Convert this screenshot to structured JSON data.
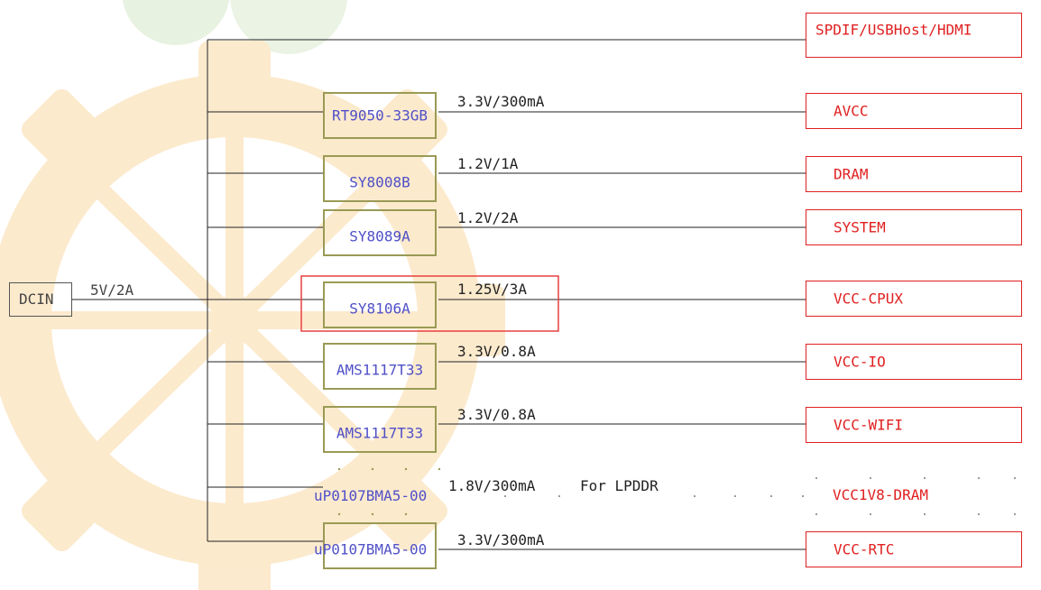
{
  "source": {
    "label": "DCIN",
    "spec": "5V/2A"
  },
  "regulators": [
    {
      "name": "RT9050-33GB"
    },
    {
      "name": "SY8008B"
    },
    {
      "name": "SY8089A"
    },
    {
      "name": "SY8106A"
    },
    {
      "name": "AMS1117T33"
    },
    {
      "name": "AMS1117T33"
    },
    {
      "name": "uP0107BMA5-00"
    },
    {
      "name": "uP0107BMA5-00"
    }
  ],
  "outputs": [
    {
      "spec": "3.3V/300mA"
    },
    {
      "spec": "1.2V/1A"
    },
    {
      "spec": "1.2V/2A"
    },
    {
      "spec": "1.25V/3A"
    },
    {
      "spec": "3.3V/0.8A"
    },
    {
      "spec": "3.3V/0.8A"
    },
    {
      "spec": "1.8V/300mA"
    },
    {
      "spec": "3.3V/300mA"
    }
  ],
  "note": "For LPDDR",
  "rails": [
    {
      "name": "SPDIF/USBHost/HDMI"
    },
    {
      "name": "AVCC"
    },
    {
      "name": "DRAM"
    },
    {
      "name": "SYSTEM"
    },
    {
      "name": "VCC-CPUX"
    },
    {
      "name": "VCC-IO"
    },
    {
      "name": "VCC-WIFI"
    },
    {
      "name": "VCC1V8-DRAM"
    },
    {
      "name": "VCC-RTC"
    }
  ],
  "colors": {
    "wire": "#222222",
    "regulator_border": "#9a9a55",
    "regulator_text": "#5050c8",
    "rail_text": "#e02020",
    "highlight": "#e84040",
    "watermark_orange": "#fbe3bd",
    "watermark_green": "#e3eedd"
  }
}
